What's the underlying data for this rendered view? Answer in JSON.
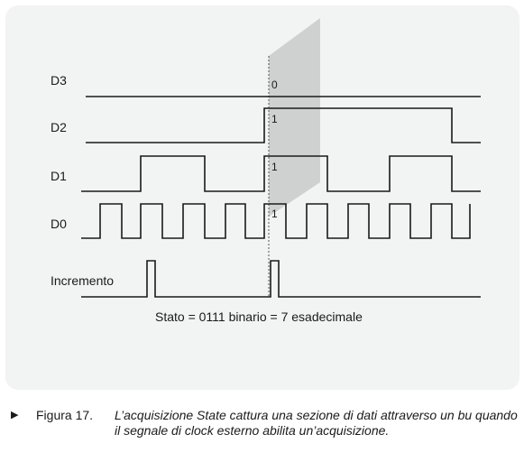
{
  "signals": [
    {
      "name": "D3"
    },
    {
      "name": "D2"
    },
    {
      "name": "D1"
    },
    {
      "name": "D0"
    },
    {
      "name": "Incremento"
    }
  ],
  "captured_bits": [
    "0",
    "1",
    "1",
    "1"
  ],
  "state_text": "Stato = 0111 binario = 7 esadecimale",
  "caption": {
    "marker": "▶",
    "label": "Figura 17.",
    "text": "L’acquisizione State cattura una sezione di dati attraverso un bu quando il segnale di clock esterno abilita un’acquisizione."
  },
  "colors": {
    "panel": "#f2f3f3",
    "trace": "#1a1a1a",
    "capture_band": "#c8c8c8"
  }
}
